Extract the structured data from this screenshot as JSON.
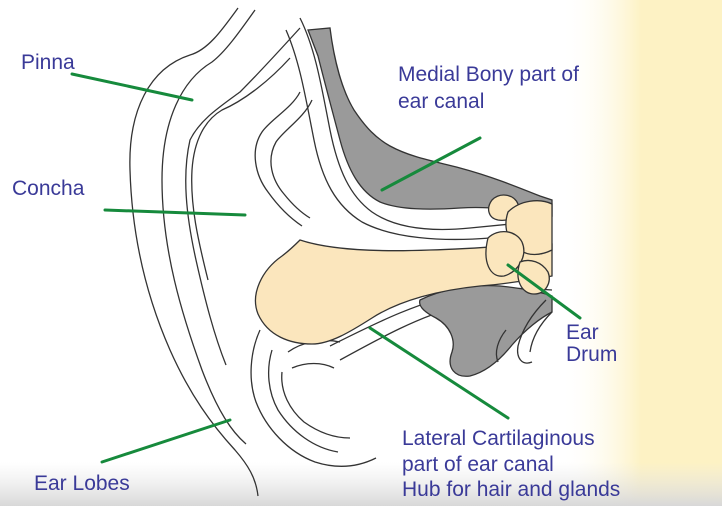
{
  "labels": {
    "pinna": "Pinna",
    "concha": "Concha",
    "medial_line1": "Medial Bony part of",
    "medial_line2": "ear canal",
    "ear_drum_line1": "Ear",
    "ear_drum_line2": "Drum",
    "lateral_line1": "Lateral Cartilaginous",
    "lateral_line2": "part of ear canal",
    "lateral_line3": "Hub for hair and glands",
    "ear_lobes": "Ear Lobes"
  },
  "colors": {
    "label_text": "#3a3a98",
    "leader_line": "#168a3c",
    "bone": "#9a9a9a",
    "canal": "#fbe6bd",
    "outline": "#333333",
    "background_right": "#fdf2c4"
  }
}
